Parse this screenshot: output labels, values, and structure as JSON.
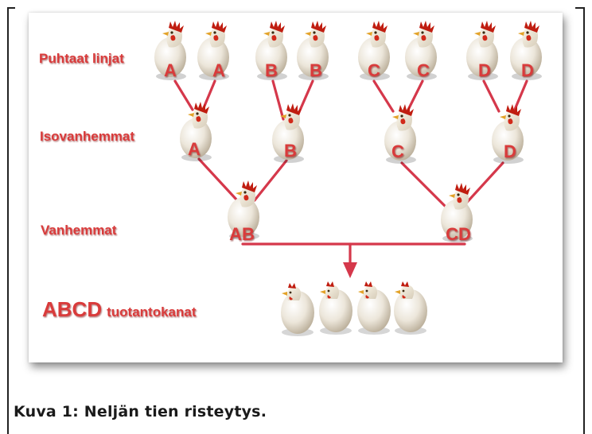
{
  "figure": {
    "row_labels": {
      "pure_lines": "Puhtaat linjat",
      "grandparents": "Isovanhemmat",
      "parents": "Vanhemmat",
      "production_bold": "ABCD",
      "production_rest": "tuotantokanat"
    },
    "pure_line_letters": [
      "A",
      "A",
      "B",
      "B",
      "C",
      "C",
      "D",
      "D"
    ],
    "grandparent_letters": [
      "A",
      "B",
      "C",
      "D"
    ],
    "parent_letters": [
      "AB",
      "CD"
    ],
    "production_hen_count": 4,
    "accent_color": "#d93a3a",
    "line_color": "#d5384b",
    "egg_color": "#ece6da",
    "comb_color": "#c01d10"
  },
  "caption": "Kuva 1: Neljän tien risteytys."
}
